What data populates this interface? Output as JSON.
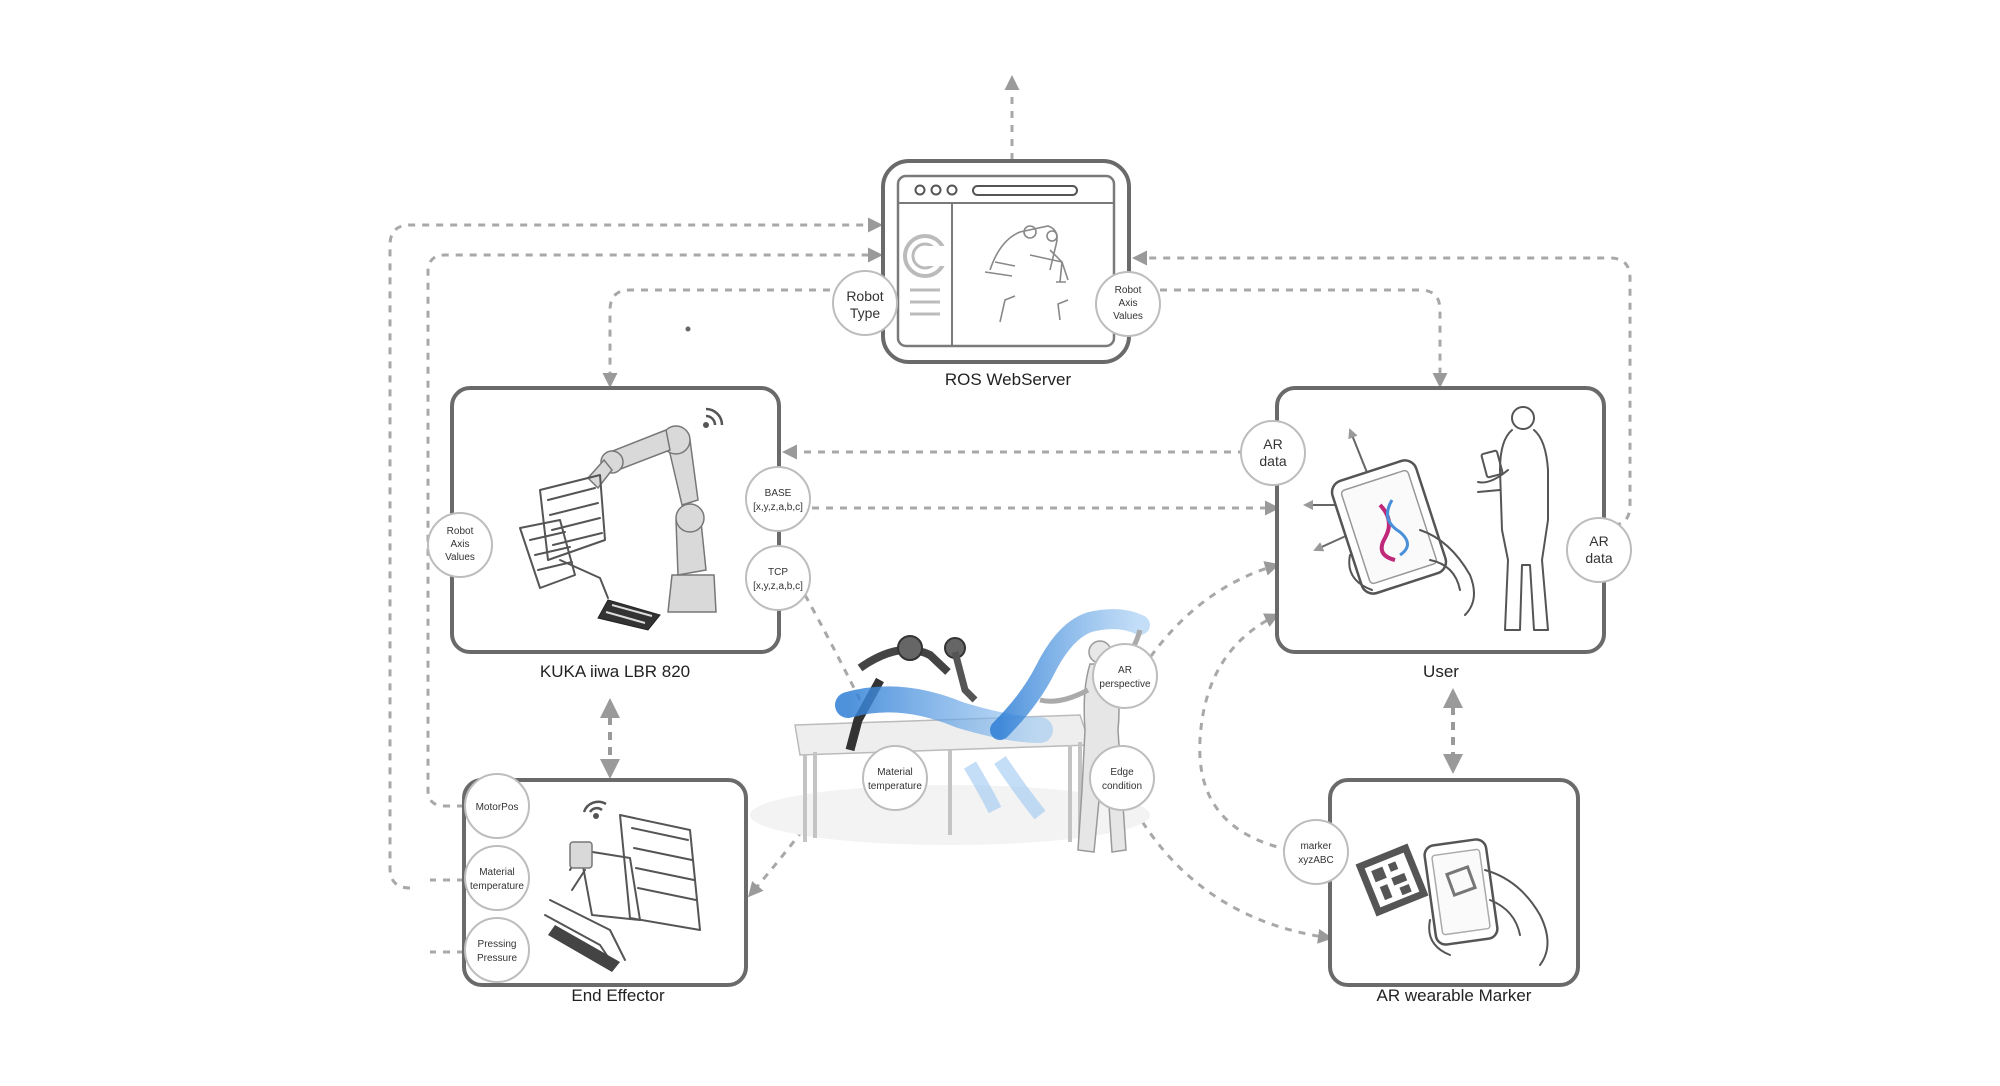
{
  "nodes": {
    "ros_webserver": "ROS WebServer",
    "kuka": "KUKA iiwa LBR 820",
    "user": "User",
    "end_effector": "End Effector",
    "ar_marker": "AR wearable Marker"
  },
  "bubbles": {
    "robot_type": [
      "Robot",
      "Type"
    ],
    "robot_axis_values_top": [
      "Robot",
      "Axis",
      "Values"
    ],
    "robot_axis_values_left": [
      "Robot",
      "Axis",
      "Values"
    ],
    "ar_data_left": [
      "AR",
      "data"
    ],
    "ar_data_right": [
      "AR",
      "data"
    ],
    "base": [
      "BASE",
      "[x,y,z,a,b,c]"
    ],
    "tcp": [
      "TCP",
      "[x,y,z,a,b,c]"
    ],
    "ar_perspective": [
      "AR",
      "perspective"
    ],
    "material_temperature_center": [
      "Material",
      "temperature"
    ],
    "edge_condition": [
      "Edge",
      "condition"
    ],
    "motorpos": [
      "MotorPos"
    ],
    "material_temperature_left": [
      "Material",
      "temperature"
    ],
    "pressing_pressure": [
      "Pressing",
      "Pressure"
    ],
    "marker": [
      "marker",
      "xyzABC"
    ]
  },
  "colors": {
    "box_stroke": "#6a6a6a",
    "arrow": "#9a9a9a",
    "accent_blue": "#4a90d9",
    "accent_magenta": "#c0287a"
  }
}
